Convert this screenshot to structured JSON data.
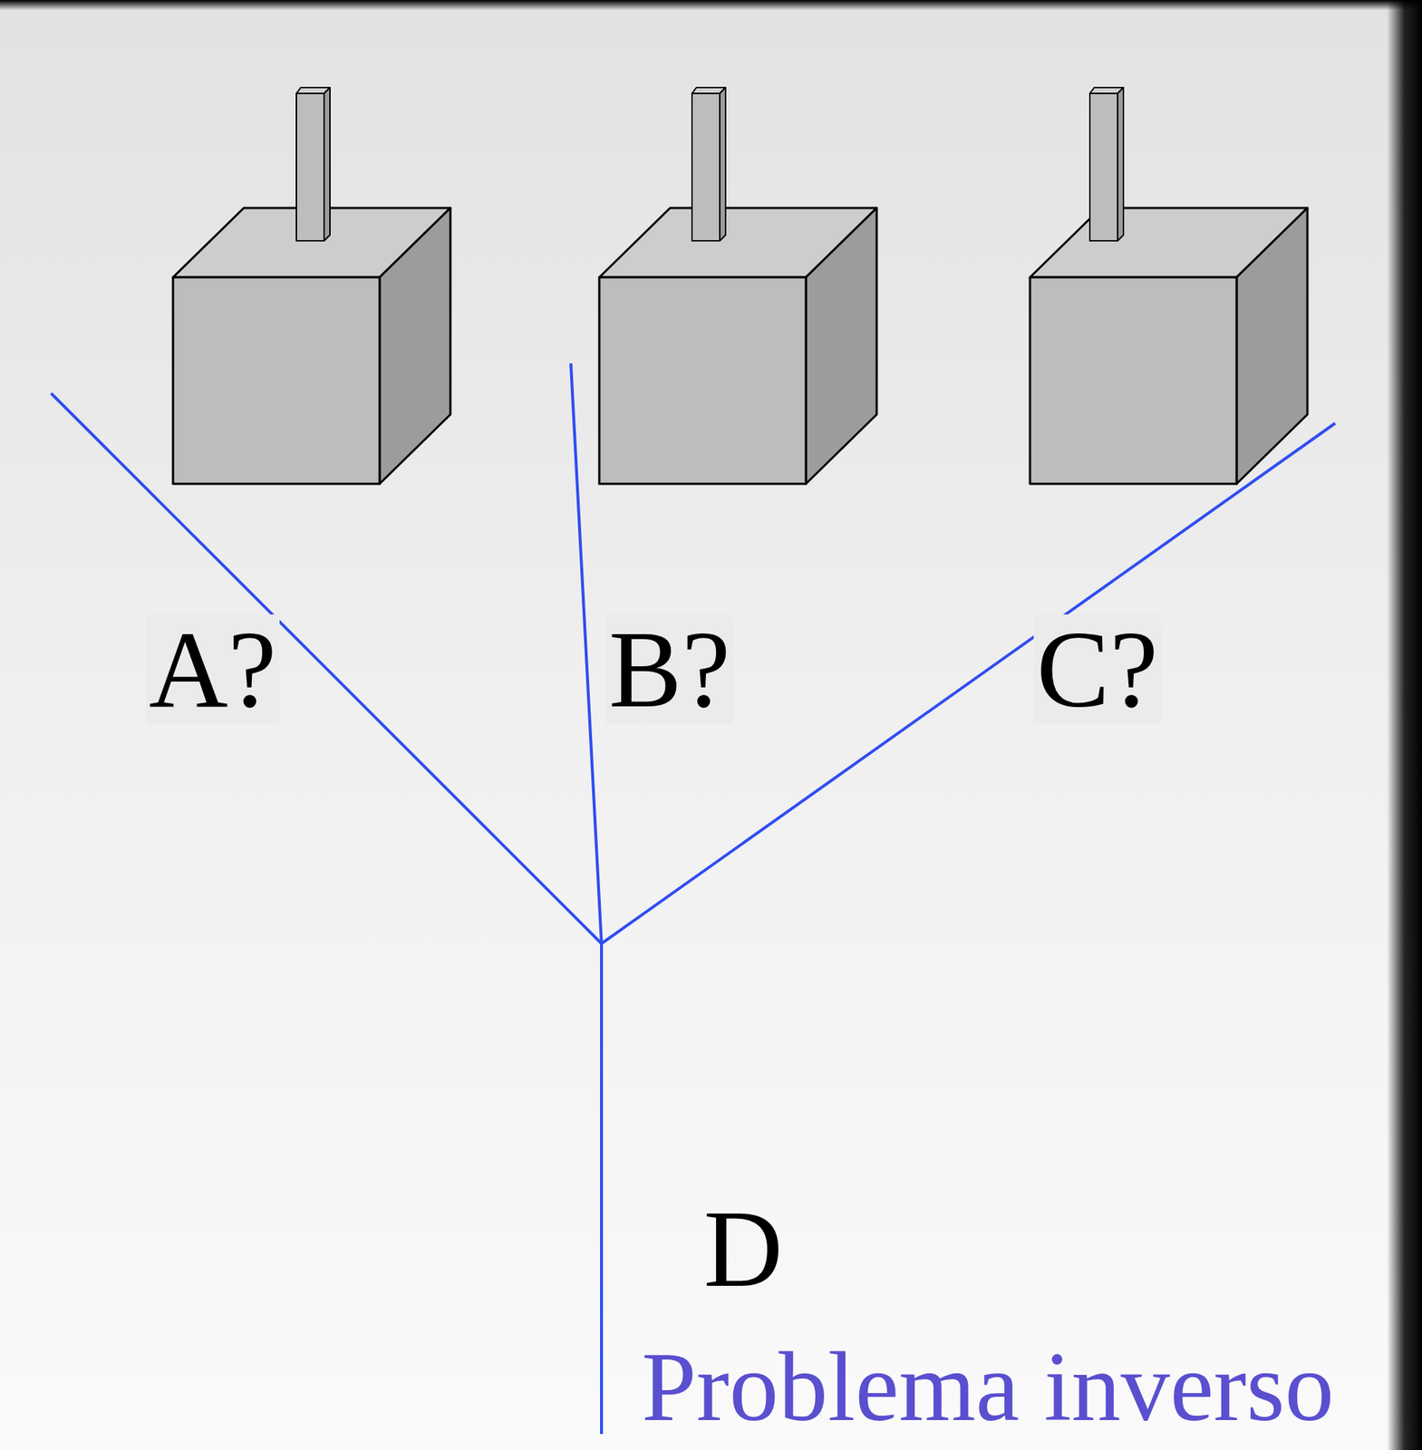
{
  "diagram": {
    "labels": [
      "A?",
      "B?",
      "C?",
      "D",
      "Problema inverso"
    ]
  }
}
